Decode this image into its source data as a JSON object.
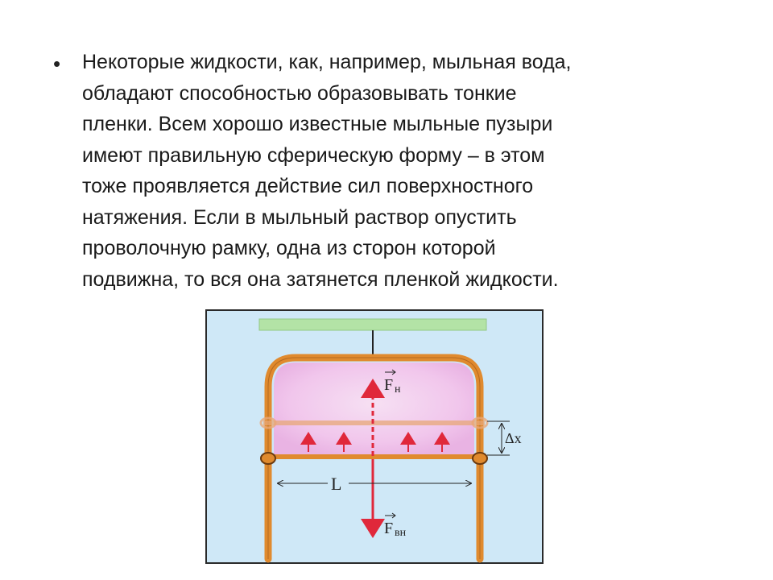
{
  "text": {
    "lines": [
      "Некоторые жидкости, как, например, мыльная вода,",
      "обладают способностью образовывать тонкие",
      "пленки. Всем хорошо известные мыльные пузыри",
      "имеют правильную сферическую форму – в этом",
      "тоже проявляется действие сил поверхностного",
      "натяжения. Если в мыльный раствор опустить",
      "проволочную рамку, одна из сторон которой",
      "подвижна, то вся она затянется пленкой жидкости."
    ]
  },
  "diagram": {
    "labels": {
      "force_tension": "F",
      "force_tension_sub": "н",
      "force_external": "F",
      "force_external_sub": "вн",
      "length": "L",
      "displacement": "Δx"
    },
    "colors": {
      "background": "#cfe8f7",
      "frame_border": "#2a2a2a",
      "support_bar": "#b3e3a6",
      "wire": "#e08a2e",
      "film": "#f1c6ec",
      "force_arrow": "#e0283b"
    }
  }
}
